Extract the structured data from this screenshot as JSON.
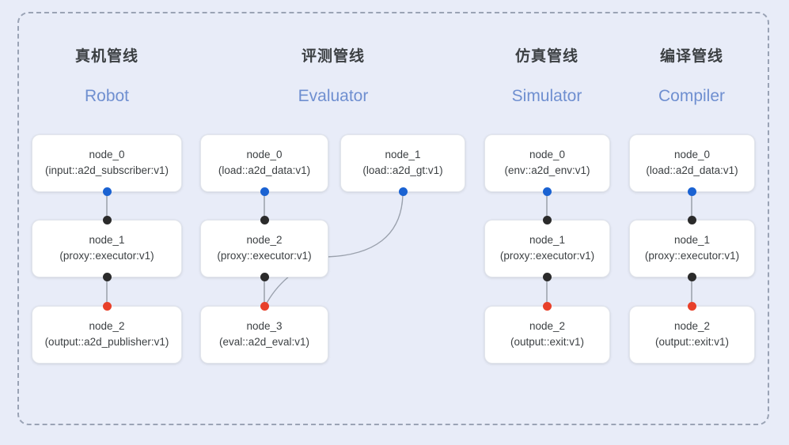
{
  "diagram": {
    "background_color": "#e8ecf8",
    "frame_border_color": "#9aa3b5",
    "accent_blue": "#6f8fd0",
    "dot_colors": {
      "source": "#1a62d2",
      "link": "#2b2b2b",
      "terminal": "#e8402a"
    },
    "columns": [
      {
        "id": "robot",
        "title_zh": "真机管线",
        "title_en": "Robot",
        "nodes": [
          {
            "name": "node_0",
            "kind": "(input::a2d_subscriber:v1)"
          },
          {
            "name": "node_1",
            "kind": "(proxy::executor:v1)"
          },
          {
            "name": "node_2",
            "kind": "(output::a2d_publisher:v1)"
          }
        ]
      },
      {
        "id": "evaluator",
        "title_zh": "评测管线",
        "title_en": "Evaluator",
        "nodes": [
          {
            "name": "node_0",
            "kind": "(load::a2d_data:v1)"
          },
          {
            "name": "node_2",
            "kind": "(proxy::executor:v1)"
          },
          {
            "name": "node_3",
            "kind": "(eval::a2d_eval:v1)"
          }
        ],
        "side_nodes": [
          {
            "name": "node_1",
            "kind": "(load::a2d_gt:v1)"
          }
        ]
      },
      {
        "id": "simulator",
        "title_zh": "仿真管线",
        "title_en": "Simulator",
        "nodes": [
          {
            "name": "node_0",
            "kind": "(env::a2d_env:v1)"
          },
          {
            "name": "node_1",
            "kind": "(proxy::executor:v1)"
          },
          {
            "name": "node_2",
            "kind": "(output::exit:v1)"
          }
        ]
      },
      {
        "id": "compiler",
        "title_zh": "编译管线",
        "title_en": "Compiler",
        "nodes": [
          {
            "name": "node_0",
            "kind": "(load::a2d_data:v1)"
          },
          {
            "name": "node_1",
            "kind": "(proxy::executor:v1)"
          },
          {
            "name": "node_2",
            "kind": "(output::exit:v1)"
          }
        ]
      }
    ]
  }
}
